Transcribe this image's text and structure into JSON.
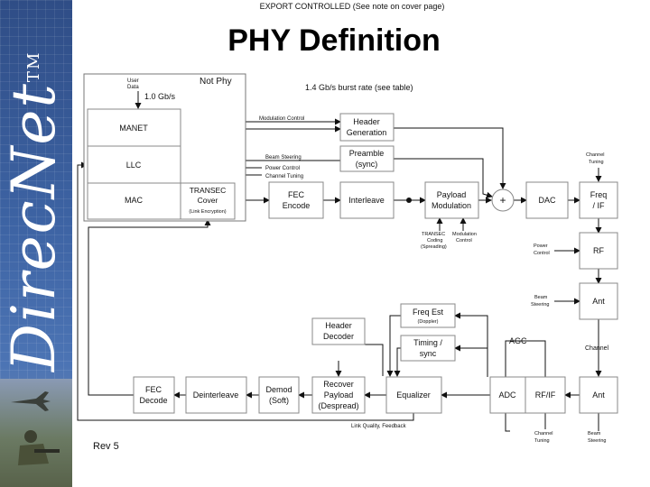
{
  "header": {
    "export_notice": "EXPORT CONTROLLED (See note on cover page)",
    "title": "PHY Definition"
  },
  "footer": {
    "revision": "Rev 5"
  },
  "sidebar": {
    "logo_text": "DirecNet",
    "trademark": "TM"
  },
  "diagram": {
    "not_phy": {
      "label": "Not Phy",
      "user_data": [
        "User",
        "Data"
      ],
      "rate": "1.0 Gb/s",
      "manet": "MANET",
      "llc": "LLC",
      "mac": "MAC",
      "transec": [
        "TRANSEC",
        "Cover"
      ],
      "transec_sub": "(Link Encryption)"
    },
    "burst_rate": "1.4 Gb/s burst rate (see table)",
    "control_labels": {
      "modulation_control": "Modulation Control",
      "beam_steering": "Beam Steering",
      "power_control": "Power Control",
      "channel_tuning": "Channel Tuning",
      "transec_modulation": [
        "TRANSEC",
        "Coding",
        "(Spreading)"
      ],
      "modulation_control_short": [
        "Modulation",
        "Control"
      ],
      "power_control_rf": [
        "Power",
        "Control"
      ],
      "channel_tuning_tx": [
        "Channel",
        "Tuning"
      ],
      "beam_steering_ant": [
        "Beam",
        "Steering"
      ],
      "channel": "Channel",
      "link_quality": "Link Quality, Feedback",
      "channel_tuning_rx": [
        "Channel",
        "Tuning"
      ],
      "beam_steering_rx": [
        "Beam",
        "Steering"
      ]
    },
    "tx_blocks": {
      "header_gen": [
        "Header",
        "Generation"
      ],
      "preamble": [
        "Preamble",
        "(sync)"
      ],
      "fec_encode": [
        "FEC",
        "Encode"
      ],
      "interleave": "Interleave",
      "payload_mod": [
        "Payload",
        "Modulation"
      ],
      "sum": "+",
      "dac": "DAC",
      "freq_if": [
        "Freq",
        "/ IF"
      ],
      "rf": "RF",
      "ant": "Ant"
    },
    "rx_blocks": {
      "header_decoder": [
        "Header",
        "Decoder"
      ],
      "freq_est": "Freq Est",
      "freq_est_sub": "(Doppler)",
      "timing_sync": [
        "Timing /",
        "sync"
      ],
      "agc": "AGC",
      "fec_decode": [
        "FEC",
        "Decode"
      ],
      "deinterleave": "Deinterleave",
      "demod": [
        "Demod",
        "(Soft)"
      ],
      "recover_payload": [
        "Recover",
        "Payload",
        "(Despread)"
      ],
      "equalizer": "Equalizer",
      "adc": "ADC",
      "rf_if": "RF/IF",
      "ant": "Ant"
    }
  }
}
